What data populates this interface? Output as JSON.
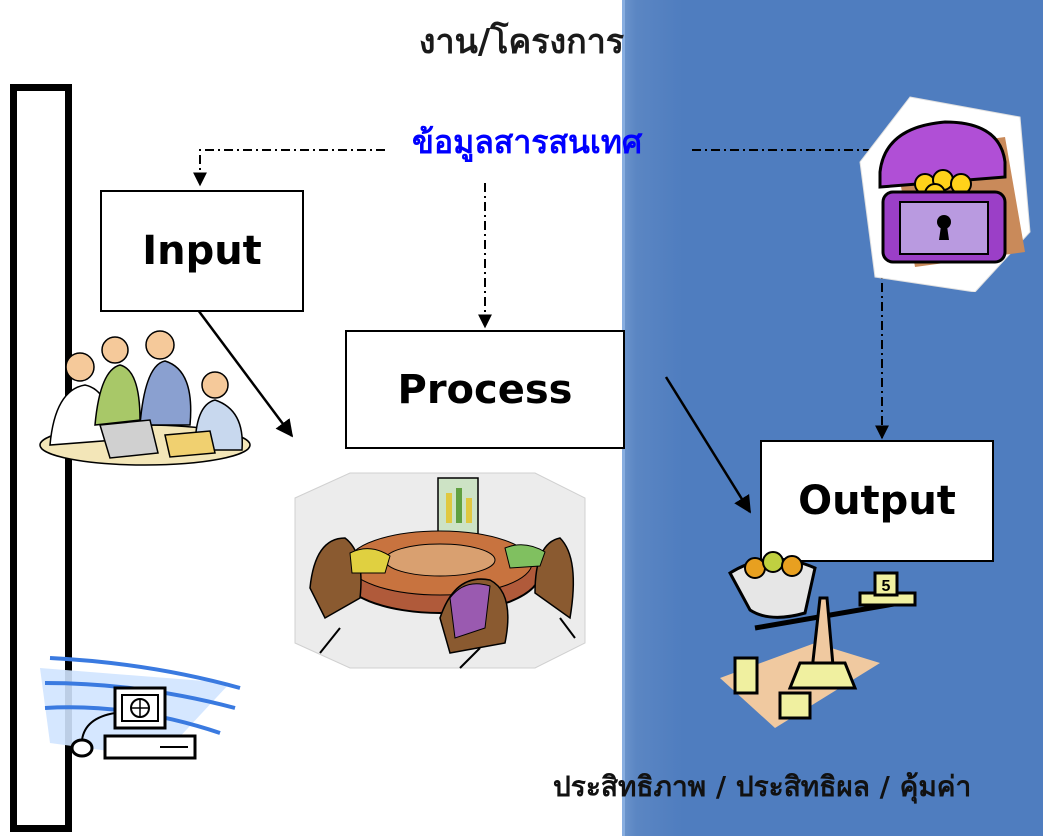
{
  "title": "งาน/โครงการ",
  "information_label": "ข้อมูลสารสนเทศ",
  "boxes": {
    "input": "Input",
    "process": "Process",
    "output": "Output"
  },
  "footer": "ประสิทธิภาพ / ประสิทธิผล / คุ้มค่า",
  "scale_weight_label": "5",
  "colors": {
    "panel": "#4f7dbf",
    "information_text": "#0000ff",
    "chest": "#9b3fc7"
  }
}
